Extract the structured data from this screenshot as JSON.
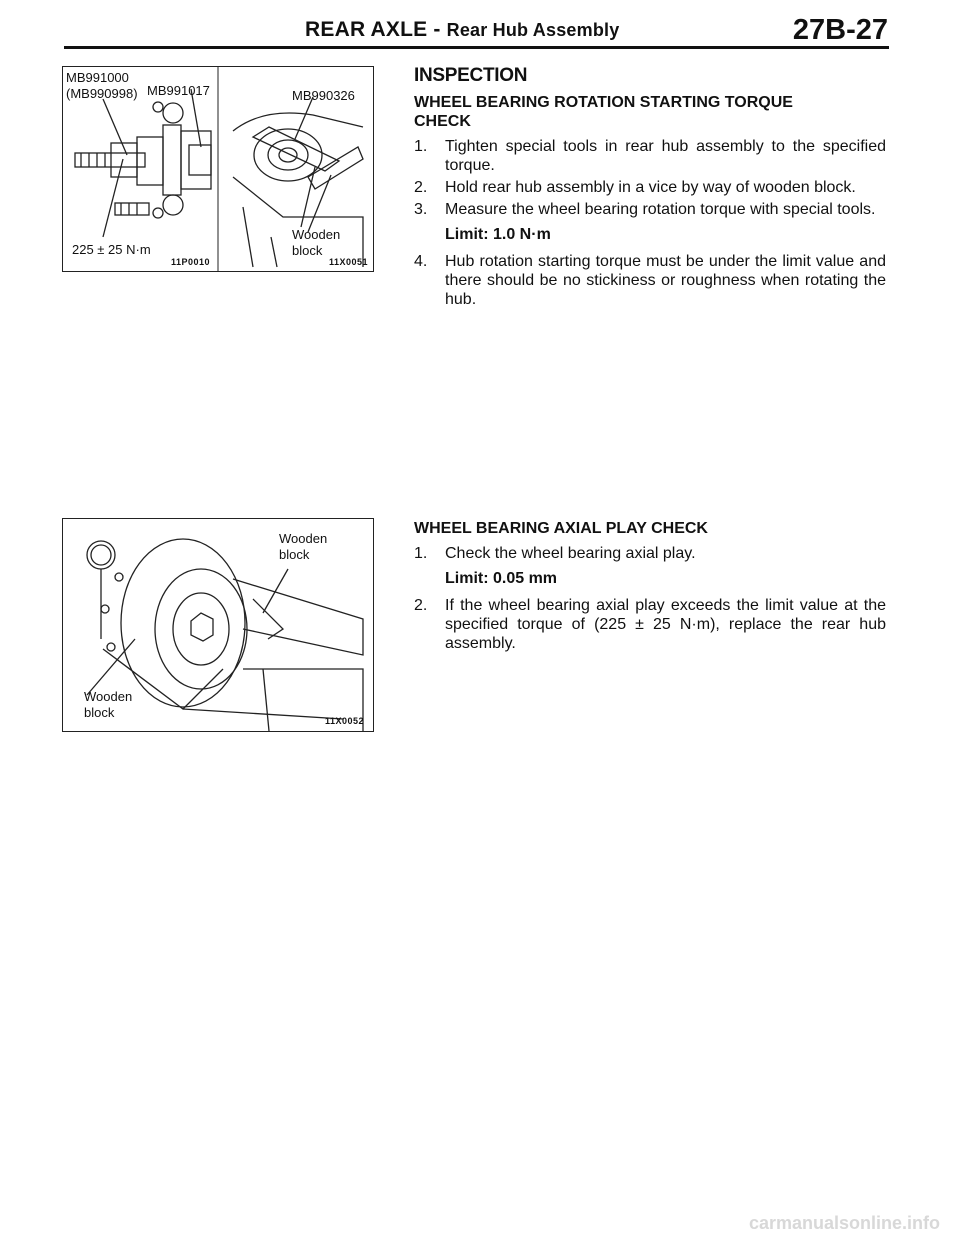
{
  "header": {
    "section": "REAR AXLE",
    "separator": " - ",
    "subtitle": "Rear Hub Assembly",
    "page_number": "27B-27"
  },
  "figure1": {
    "tool_a": "MB991000",
    "tool_a_alt": "(MB990998)",
    "tool_b": "MB991017",
    "tool_c": "MB990326",
    "torque": "225 ± 25 N·m",
    "block_1": "Wooden",
    "block_2": "block",
    "code_left": "11P0010",
    "code_right": "11X0051"
  },
  "figure2": {
    "block_top_1": "Wooden",
    "block_top_2": "block",
    "block_bottom_1": "Wooden",
    "block_bottom_2": "block",
    "code": "11X0052"
  },
  "inspection": {
    "heading": "INSPECTION",
    "sub1": {
      "heading_line1": "WHEEL BEARING ROTATION STARTING TORQUE",
      "heading_line2": "CHECK",
      "steps": [
        {
          "n": "1.",
          "text": "Tighten special tools in rear hub assembly to the specified torque."
        },
        {
          "n": "2.",
          "text": "Hold rear hub assembly in a vice by way of wooden block."
        },
        {
          "n": "3.",
          "text": "Measure the wheel bearing rotation torque with special tools."
        }
      ],
      "limit": "Limit: 1.0 N·m",
      "step4": {
        "n": "4.",
        "text": "Hub rotation starting torque must be under the limit value and there should be no stickiness or roughness when rotating the hub."
      }
    },
    "sub2": {
      "heading": "WHEEL BEARING AXIAL PLAY CHECK",
      "step1": {
        "n": "1.",
        "text": "Check the wheel bearing axial play."
      },
      "limit": "Limit: 0.05 mm",
      "step2": {
        "n": "2.",
        "text": "If the wheel bearing axial play exceeds the limit value at the specified torque of (225 ± 25 N·m), replace the rear hub assembly."
      }
    }
  },
  "watermark": "carmanualsonline.info"
}
